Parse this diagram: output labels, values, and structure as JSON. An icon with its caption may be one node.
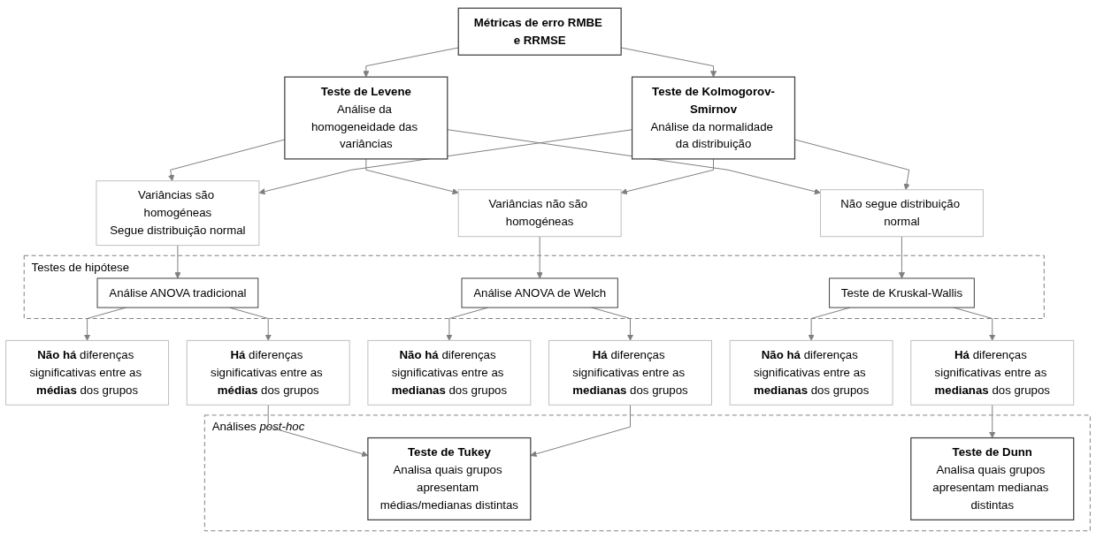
{
  "diagram": {
    "nodes": [
      {
        "text": [
          "Métricas de erro RMBE e RRMSE"
        ]
      },
      {
        "text": [
          "Teste de Levene",
          "Análise da homogeneidade das variâncias"
        ]
      },
      {
        "text": [
          "Teste de Kolmogorov-Smirnov",
          "Análise da normalidade da distribuição"
        ]
      },
      {
        "text": [
          "Variâncias são homogéneas",
          "Segue distribuição normal"
        ]
      },
      {
        "text": [
          "Variâncias não são homogéneas"
        ]
      },
      {
        "text": [
          "Não segue distribuição normal"
        ]
      },
      {
        "text": [
          "Testes de hipótese"
        ]
      },
      {
        "text": [
          "Análise ANOVA tradicional"
        ],
        "in": 6
      },
      {
        "text": [
          "Análise ANOVA de Welch"
        ],
        "in": 6
      },
      {
        "text": [
          "Teste de Kruskal-Wallis"
        ],
        "in": 6
      },
      {
        "text": [
          "**Não há** diferenças significativas entre as **médias** dos grupos"
        ]
      },
      {
        "text": [
          "**Há** diferenças significativas entre as **médias** dos grupos"
        ]
      },
      {
        "text": [
          "**Não há** diferenças significativas entre as **medianas** dos grupos"
        ]
      },
      {
        "text": [
          "**Há** diferenças significativas entre as **medianas** dos grupos"
        ]
      },
      {
        "text": [
          "**Não há** diferenças significativas entre as **medianas** dos grupos"
        ]
      },
      {
        "text": [
          "**Há** diferenças significativas entre as **medianas** dos grupos"
        ]
      },
      {
        "text": [
          "Análises *post-hoc*"
        ]
      },
      {
        "text": [
          "Teste de Tukey",
          "Analisa quais grupos apresentam médias/medianas distintas"
        ],
        "in": 16
      },
      {
        "text": [
          "Teste de Dunn",
          "Analisa quais grupos apresentam medianas distintas"
        ],
        "in": 16
      }
    ],
    "edges": [
      {
        "from": 0,
        "to": 1,
        "arrow": "to"
      },
      {
        "from": 0,
        "to": 2,
        "arrow": "to"
      },
      {
        "from": 1,
        "to": 3,
        "arrow": "to"
      },
      {
        "from": 1,
        "to": 4,
        "arrow": "to"
      },
      {
        "from": 1,
        "to": 5,
        "arrow": "to"
      },
      {
        "from": 2,
        "to": 3,
        "arrow": "to"
      },
      {
        "from": 2,
        "to": 4,
        "arrow": "to"
      },
      {
        "from": 2,
        "to": 5,
        "arrow": "to"
      },
      {
        "from": 3,
        "to": 7,
        "arrow": "to"
      },
      {
        "from": 4,
        "to": 8,
        "arrow": "to"
      },
      {
        "from": 5,
        "to": 9,
        "arrow": "to"
      },
      {
        "from": 7,
        "to": 10,
        "arrow": "to"
      },
      {
        "from": 7,
        "to": 11,
        "arrow": "to"
      },
      {
        "from": 8,
        "to": 12,
        "arrow": "to"
      },
      {
        "from": 8,
        "to": 13,
        "arrow": "to"
      },
      {
        "from": 9,
        "to": 14,
        "arrow": "to"
      },
      {
        "from": 9,
        "to": 15,
        "arrow": "to"
      },
      {
        "from": 11,
        "to": 17,
        "arrow": "to"
      },
      {
        "from": 13,
        "to": 17,
        "arrow": "to"
      },
      {
        "from": 15,
        "to": 18,
        "arrow": "to"
      }
    ]
  }
}
